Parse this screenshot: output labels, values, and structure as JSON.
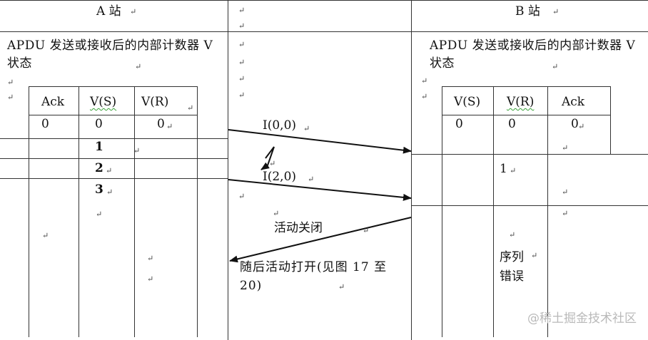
{
  "station_a": {
    "title": "A 站",
    "description": "APDU 发送或接收后的内部计数器 V 状态",
    "table": {
      "headers": [
        "Ack",
        "V(S)",
        "V(R)"
      ],
      "rows": [
        [
          "0",
          "0",
          "0"
        ],
        [
          "",
          "1",
          ""
        ],
        [
          "",
          "2",
          ""
        ],
        [
          "",
          "3",
          ""
        ]
      ]
    }
  },
  "station_b": {
    "title": "B 站",
    "description": "APDU 发送或接收后的内部计数器 V 状态",
    "table": {
      "headers": [
        "V(S)",
        "V(R)",
        "Ack"
      ],
      "rows": [
        [
          "0",
          "0",
          "0"
        ],
        [
          "",
          "1",
          ""
        ],
        [
          "",
          "序列\n错误",
          ""
        ]
      ]
    }
  },
  "messages": {
    "i00": "I(0,0)",
    "i20": "I(2,0)",
    "close": "活动关闭",
    "reopen": "随后活动打开(见图 17 至 20)"
  },
  "paragraph_mark": "↵",
  "watermark": "@稀土掘金技术社区"
}
